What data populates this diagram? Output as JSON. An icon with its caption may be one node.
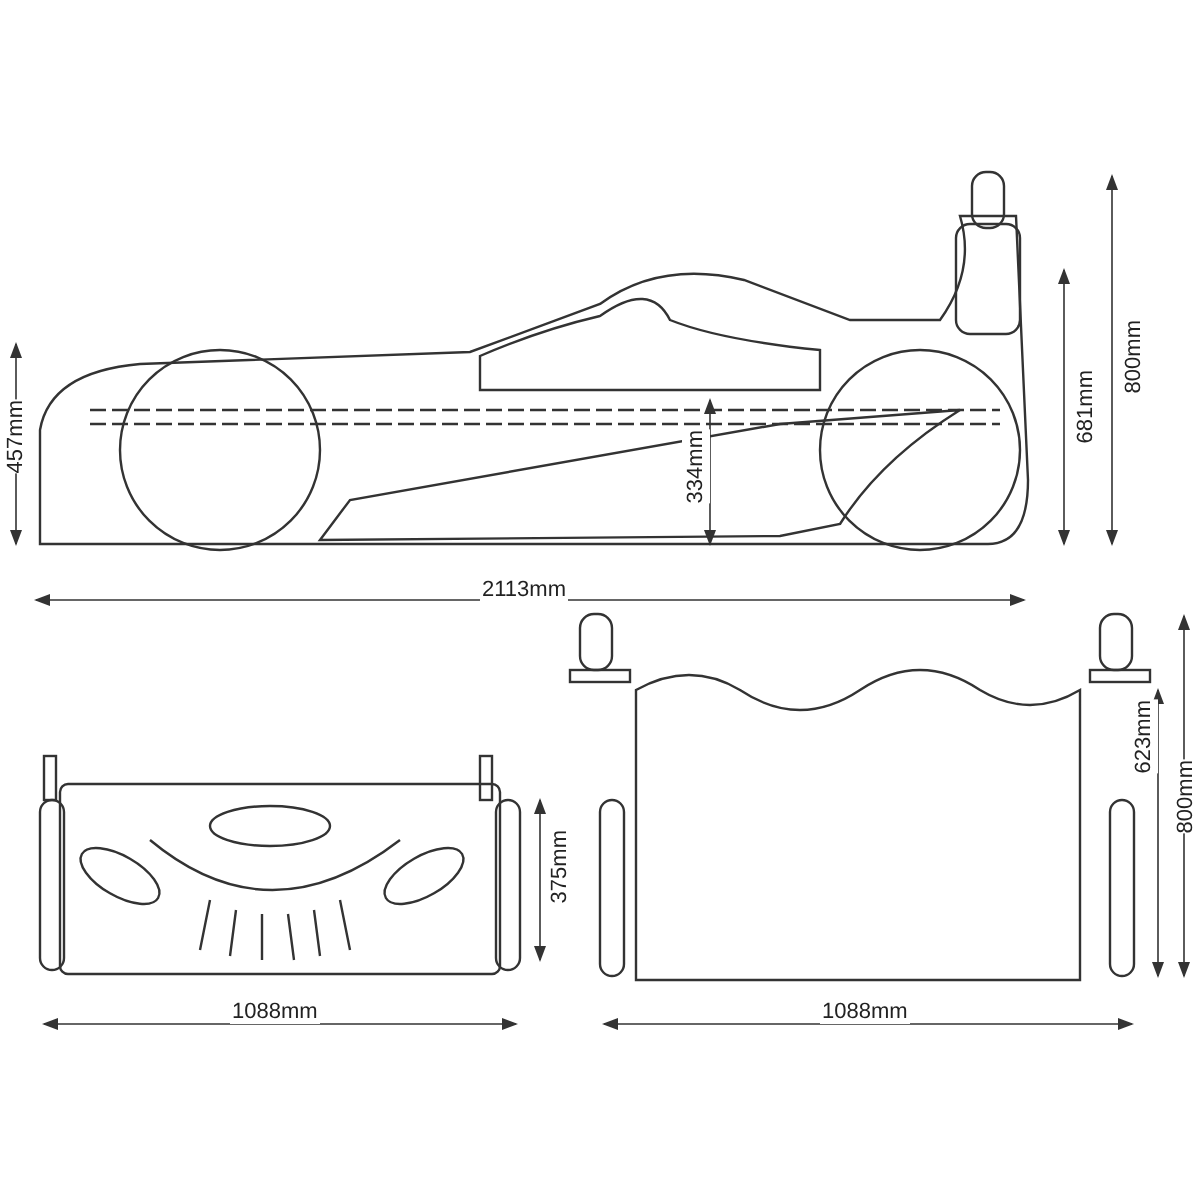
{
  "diagram": {
    "labels": [
      "457mm",
      "334mm",
      "681mm",
      "800mm",
      "2113mm",
      "375mm",
      "623mm",
      "800mm",
      "1088mm",
      "1088mm"
    ]
  }
}
